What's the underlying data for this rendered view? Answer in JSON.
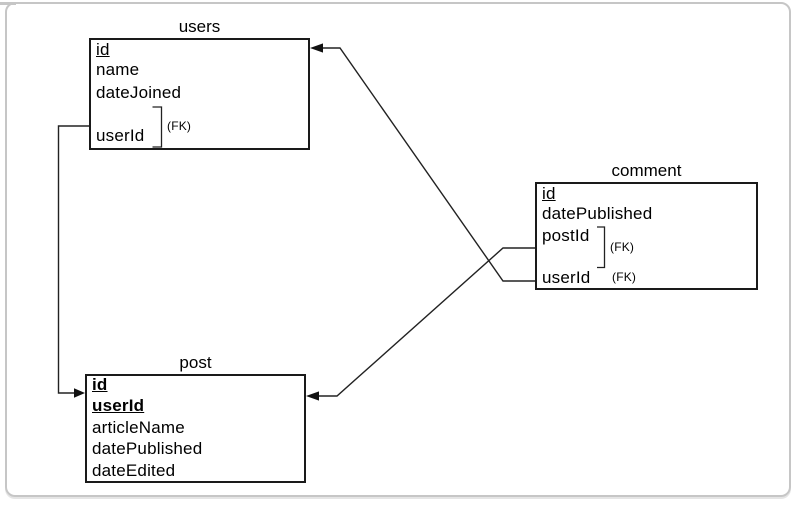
{
  "diagram": {
    "kind": "entity-relationship",
    "labels": {
      "fk": "(FK)"
    },
    "tables": {
      "users": {
        "title": "users",
        "rows": [
          {
            "name": "id",
            "key": "primary"
          },
          {
            "name": "name",
            "key": ""
          },
          {
            "name": "dateJoined",
            "key": ""
          },
          {
            "name": "userId",
            "key": "foreign"
          }
        ]
      },
      "comment": {
        "title": "comment",
        "rows": [
          {
            "name": "id",
            "key": "primary"
          },
          {
            "name": "datePublished",
            "key": ""
          },
          {
            "name": "postId",
            "key": "foreign"
          },
          {
            "name": "userId",
            "key": "foreign"
          }
        ]
      },
      "post": {
        "title": "post",
        "rows": [
          {
            "name": "id",
            "key": "primary"
          },
          {
            "name": "userId",
            "key": "primary"
          },
          {
            "name": "articleName",
            "key": ""
          },
          {
            "name": "datePublished",
            "key": ""
          },
          {
            "name": "dateEdited",
            "key": ""
          }
        ]
      }
    },
    "relationships": [
      {
        "from": "comment.userId",
        "to": "users.id",
        "arrow_at": "users"
      },
      {
        "from": "comment.postId",
        "to": "post",
        "arrow_at": "post"
      },
      {
        "from": "users.userId",
        "to": "post.id",
        "arrow_at": "post"
      }
    ]
  }
}
